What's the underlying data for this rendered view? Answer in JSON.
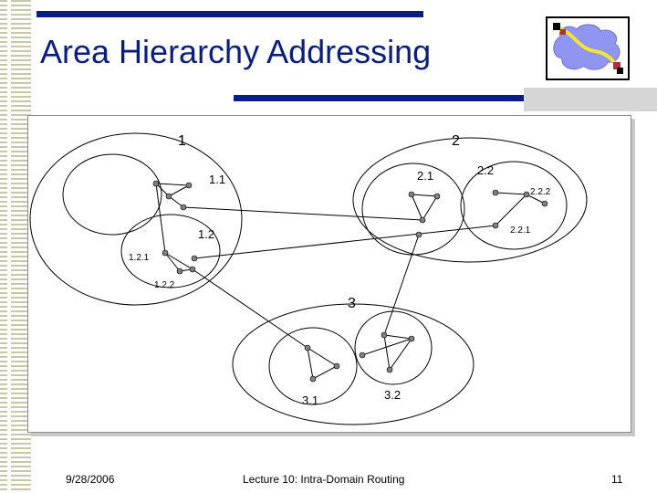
{
  "slide": {
    "title": "Area Hierarchy Addressing",
    "footer_date": "9/28/2006",
    "footer_center": "Lecture 10: Intra-Domain Routing",
    "footer_page": "11"
  },
  "diagram": {
    "area_labels": {
      "a1": "1",
      "a2": "2",
      "a3": "3",
      "a11": "1.1",
      "a12": "1.2",
      "a21": "2.1",
      "a22": "2.2",
      "a31": "3.1",
      "a32": "3.2",
      "a121": "1.2.1",
      "a122": "1.2.2",
      "a221": "2.2.1",
      "a222": "2.2.2"
    }
  },
  "colors": {
    "accent": "#0a1e82",
    "stripe": "#c8c8a8",
    "logo_cloud": "#8f95f0",
    "logo_path": "#f2e23a"
  }
}
